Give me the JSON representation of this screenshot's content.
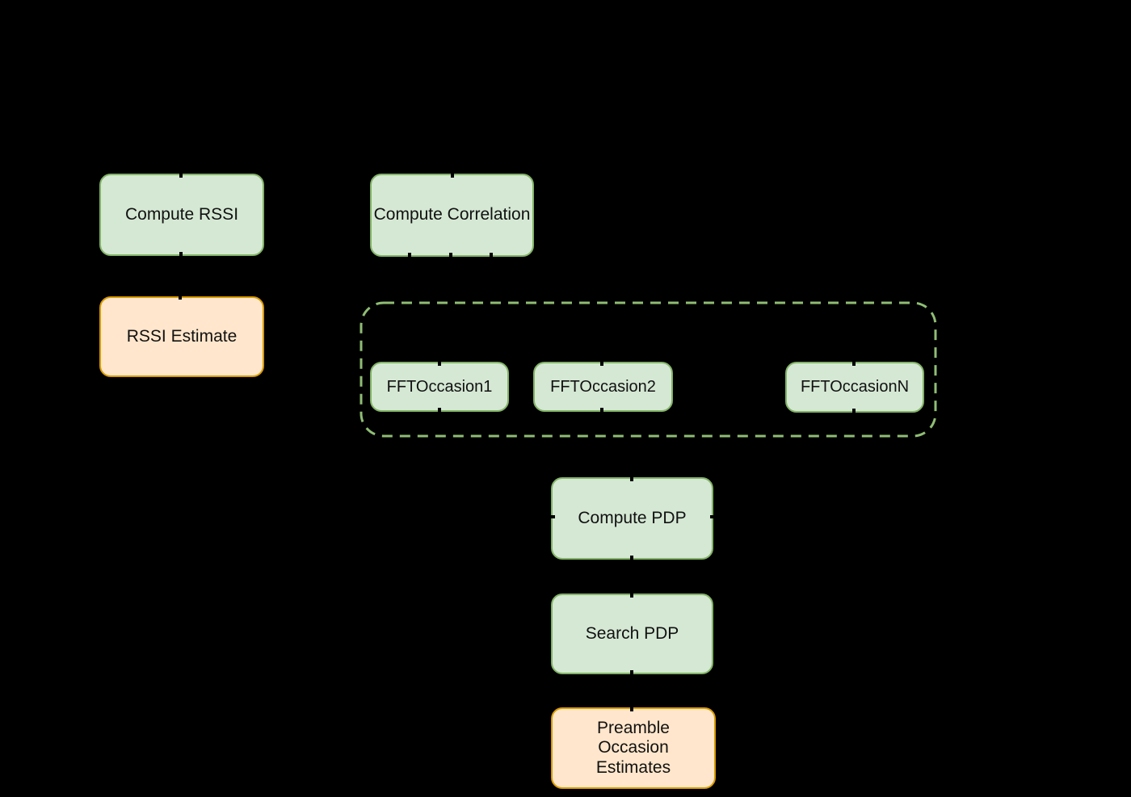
{
  "diagram": {
    "background": "#000000",
    "nodes": {
      "compute_rssi": {
        "label": "Compute RSSI",
        "type": "process"
      },
      "compute_correlation": {
        "label": "Compute Correlation",
        "type": "process"
      },
      "rssi_estimate": {
        "label": "RSSI Estimate",
        "type": "output"
      },
      "fft_occasion_1": {
        "label": "FFTOccasion1",
        "type": "process"
      },
      "fft_occasion_2": {
        "label": "FFTOccasion2",
        "type": "process"
      },
      "fft_occasion_n": {
        "label": "FFTOccasionN",
        "type": "process"
      },
      "compute_pdp": {
        "label": "Compute PDP",
        "type": "process"
      },
      "search_pdp": {
        "label": "Search PDP",
        "type": "process"
      },
      "preamble_occasion_estimates": {
        "label": "Preamble Occasion Estimates",
        "type": "output"
      }
    },
    "group": {
      "contains": [
        "FFTOccasion1",
        "FFTOccasion2",
        "FFTOccasionN"
      ],
      "border_style": "dashed"
    },
    "colors": {
      "canvas_bg": "#000000",
      "process_fill": "#d5e8d4",
      "process_stroke": "#82b366",
      "output_fill": "#ffe6cc",
      "output_stroke": "#d79b00",
      "group_stroke": "#8fbd74",
      "text": "#111111"
    }
  }
}
